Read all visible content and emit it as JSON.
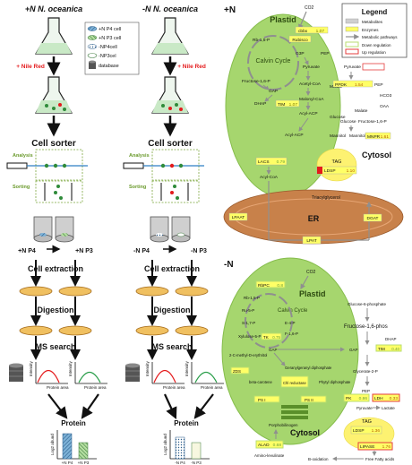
{
  "colors": {
    "plastid": "#a6d66e",
    "plastid_dark": "#86bd4c",
    "cytosol": "#fdf271",
    "er": "#c8814a",
    "nile_red": "#e41a1c",
    "enzyme": "#ffff66",
    "arrow_gray": "#8f8f8f",
    "down_reg": "#b8de6f",
    "up_reg": "#e43d3d"
  },
  "workflow": {
    "left_condition": "+N N. oceanica",
    "right_condition": "-N N. oceanica",
    "nile_red": "+ Nile Red",
    "legend": [
      "+N P4 cell",
      "+N P3 cell",
      "-NP4cell",
      "-NP3cel",
      "database"
    ],
    "cell_sorter": "Cell sorter",
    "analysis": "Analysis",
    "sorting": "Sorting",
    "pop_left_a": "+N P4",
    "pop_left_b": "+N P3",
    "pop_right_a": "-N P4",
    "pop_right_b": "-N P3",
    "cell_extraction": "Cell extraction",
    "digestion": "Digestion",
    "ms_search": "MS search",
    "intensity": "Intensity",
    "protein_area": "Protein area",
    "protein": "Protein",
    "log2_abund": "Log2 abund",
    "bar_left_a": "+N P4",
    "bar_left_b": "+N P3",
    "bar_right_a": "-N P4",
    "bar_right_b": "-N P3"
  },
  "top_map": {
    "condition": "+N",
    "plastid": "Plastid",
    "calvin": "Calvin Cycle",
    "cytosol": "Cytosol",
    "er": "ER",
    "legend_title": "Legend",
    "legend_items": [
      "Metabolites",
      "Enzymes",
      "Metabolic pathways",
      "Down regulation",
      "Up regulation"
    ],
    "co2": "CO2",
    "rbcs": "Rb-1,5-P",
    "rubisco": "Rubisco",
    "cbbx": "cbbx",
    "cbbx_val": "1.07",
    "g3p": "G3P",
    "pep": "PEP",
    "pyruvate": "Pyruvate",
    "fructose": "Fructose-1,6-P",
    "gap": "GAP",
    "acetyl": "Acetyl-CoA",
    "malonyl": "Malonyl-CoA",
    "acyl_acp": "Acyl-ACP",
    "dhap": "DHAP",
    "tim": "TIM",
    "tim_val": "1.07",
    "malate": "Malate",
    "glucose": "Glucose",
    "pyruvate_c": "Pyruvate",
    "ppdk": "PPDK",
    "ppdk_val": "1.54",
    "pep_c": "PEP",
    "hco3": "HCO3",
    "oaa": "OAA",
    "malate_c": "Malate",
    "glucose_c": "Glucose",
    "fructose_c": "Fructose-1,6-P",
    "mannitol": "Mannitol",
    "mannitol_suffix": "Mannitol",
    "mnpr": "MNPR",
    "mnpr_val": "1.61",
    "lacs": "LACS",
    "lacs_val": "0.79",
    "acyl_coa": "Acyl-CoA",
    "tag": "TAG",
    "ldsp": "LDSP",
    "ldsp_val": "1.10",
    "triacyl": "Triacylglycerol",
    "lpaat": "LPAAT",
    "dgat": "DGAT",
    "lpat": "LPAT"
  },
  "bottom_map": {
    "condition": "-N",
    "plastid": "Plastid",
    "calvin": "Calvin Cycle",
    "cytosol": "Cytosol",
    "co2": "CO2",
    "rbcs": "RbPC",
    "rbcs_val": "0.8",
    "bisp": "Rb-1,5-P",
    "ru5p": "Ru-5-P",
    "s17": "S-1,7-P",
    "x5p": "Xylulose-5-P",
    "e4p": "E-4-P",
    "f16": "F-1,6-P",
    "tk": "TK",
    "tk_val": "0.75",
    "gap": "GAP",
    "dmp": "2-C-methyl-D-erythritol",
    "geranyl": "Geranylgeranyl diphosphate",
    "chl": "Chl reductase",
    "phytyl": "Phytyl diphosphate",
    "beta": "beta-carotene",
    "ps1": "PS I",
    "ps2": "PS II",
    "zds": "ZDS",
    "porph": "Porphobilinogen",
    "alad": "ALAD",
    "alad_val": "0.68",
    "amino": "Amino-levulinate",
    "g6p": "Glucose-6-phosphate",
    "fructose": "Fructose-1,6-phos",
    "dhap": "DHAP",
    "tim": "TIM",
    "tim_val": "0.40",
    "gap_c": "GAP",
    "g3p2": "Glycerate-2-P",
    "pep": "PEP",
    "pk": "PK",
    "pk_val": "0.86",
    "ldh": "LDH",
    "ldh_val": "0.33",
    "pyruvate": "Pyruvate",
    "lactate": "Lactate",
    "tag": "TAG",
    "ldsp": "LDSP",
    "ldsp_val": "1.36",
    "lipase": "LIPASE",
    "lipase_val": "1.76",
    "boxid": "B-oxidation",
    "ffa": "Free Fatty acids"
  }
}
